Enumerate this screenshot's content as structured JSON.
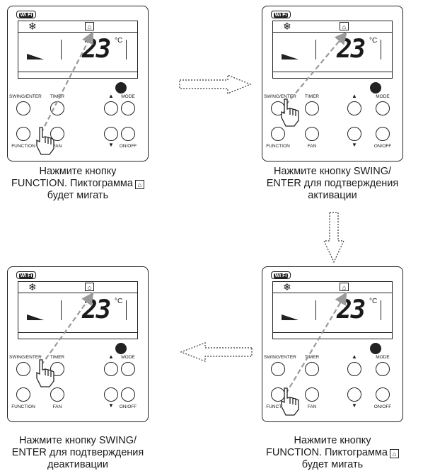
{
  "panels": [
    {
      "wifi_label": "Wi Fi",
      "temperature": "23",
      "unit": "°C",
      "buttons": {
        "swing_enter": "SWING/ENTER",
        "timer": "TIMER",
        "mode": "MODE",
        "function": "FUNCTION",
        "fan": "FAN",
        "onoff": "ON/OFF"
      }
    },
    {
      "wifi_label": "Wi Fi",
      "temperature": "23",
      "unit": "°C",
      "buttons": {
        "swing_enter": "SWING/ENTER",
        "timer": "TIMER",
        "mode": "MODE",
        "function": "FUNCTION",
        "fan": "FAN",
        "onoff": "ON/OFF"
      }
    },
    {
      "wifi_label": "Wi Fi",
      "temperature": "23",
      "unit": "°C",
      "buttons": {
        "swing_enter": "SWING/ENTER",
        "timer": "TIMER",
        "mode": "MODE",
        "function": "FUNCTION",
        "fan": "FAN",
        "onoff": "ON/OFF"
      }
    },
    {
      "wifi_label": "Wi Fi",
      "temperature": "23",
      "unit": "°C",
      "buttons": {
        "swing_enter": "SWING/ENTER",
        "timer": "TIMER",
        "mode": "MODE",
        "function": "FUNCTION",
        "fan": "FAN",
        "onoff": "ON/OFF"
      }
    }
  ],
  "captions": {
    "step1": {
      "line1": "Нажмите кнопку",
      "line2": "FUNCTION. Пиктограмма",
      "line3": "будет мигать"
    },
    "step2": {
      "line1": "Нажмите кнопку SWING/",
      "line2": "ENTER для подтверждения",
      "line3": "активации"
    },
    "step3": {
      "line1": "Нажмите кнопку",
      "line2": "FUNCTION. Пиктограмма",
      "line3": "будет мигать"
    },
    "step4": {
      "line1": "Нажмите кнопку SWING/",
      "line2": "ENTER для подтверждения",
      "line3": "деактивации"
    }
  },
  "icons": {
    "snowflake": "snowflake-icon",
    "home": "home-icon",
    "hand": "pointing-hand-icon",
    "arrow": "hollow-arrow-icon"
  },
  "colors": {
    "line": "#222222",
    "dashed_arrow": "#9a9a9a"
  }
}
